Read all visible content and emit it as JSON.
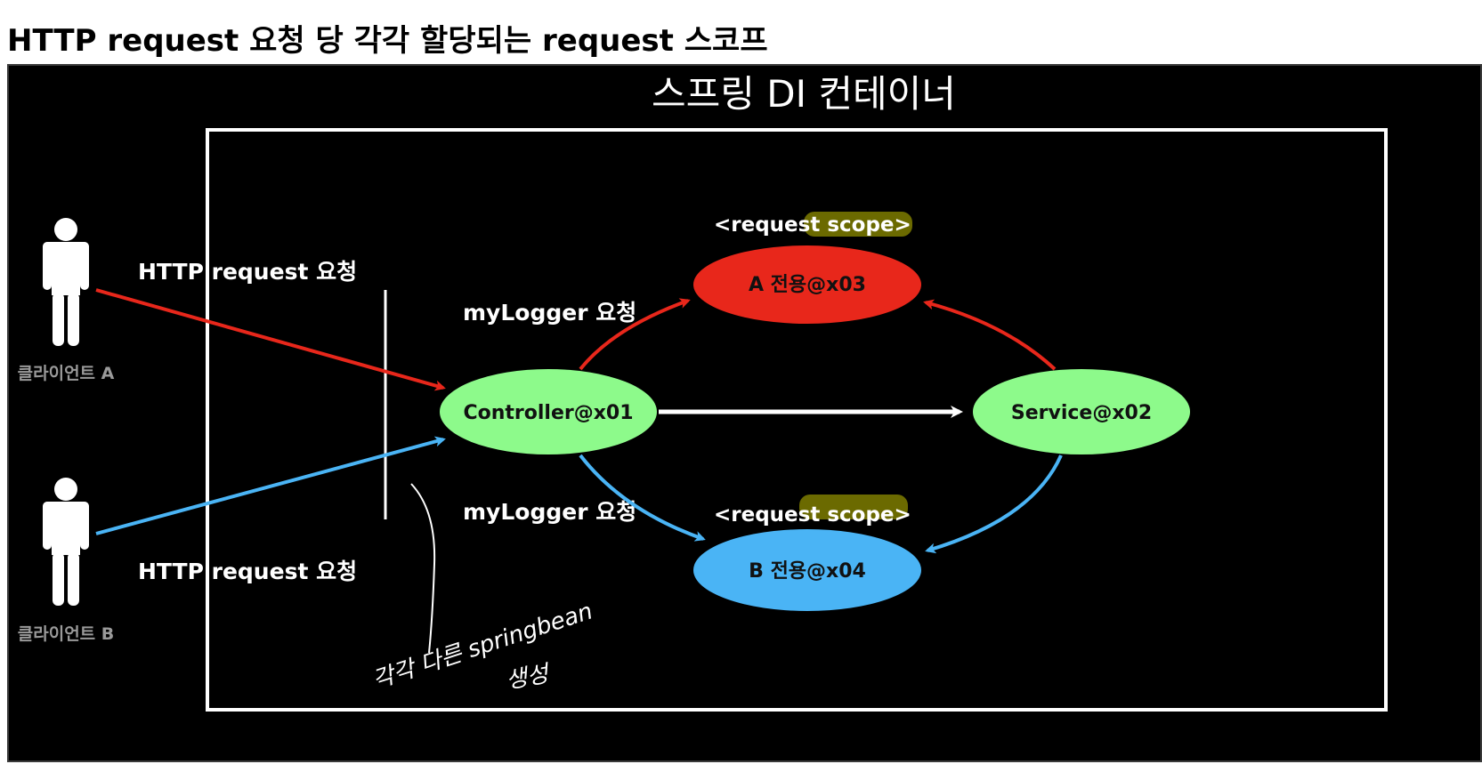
{
  "title": "HTTP request 요청 당 각각 할당되는 request 스코프",
  "container": {
    "label": "스프링 DI 컨테이너"
  },
  "clients": [
    {
      "label": "클라이언트 A"
    },
    {
      "label": "클라이언트 B"
    }
  ],
  "edges": {
    "http_request_a": "HTTP request 요청",
    "http_request_b": "HTTP request 요청",
    "mylogger_a": "myLogger 요청",
    "mylogger_b": "myLogger 요청"
  },
  "beans": {
    "controller": "Controller@x01",
    "service": "Service@x02",
    "a_bean": "A 전용@x03",
    "b_bean": "B 전용@x04"
  },
  "scopes": {
    "a_scope": "<request scope>",
    "b_scope": "<request scope>"
  },
  "handwriting": {
    "line1": "각각 다른 springbean",
    "line2": "생성"
  },
  "colors": {
    "red": "#e8271b",
    "blue": "#4ab4f5",
    "green": "#8dfa8b",
    "highlight": "#6b6a00",
    "white": "#ffffff"
  }
}
